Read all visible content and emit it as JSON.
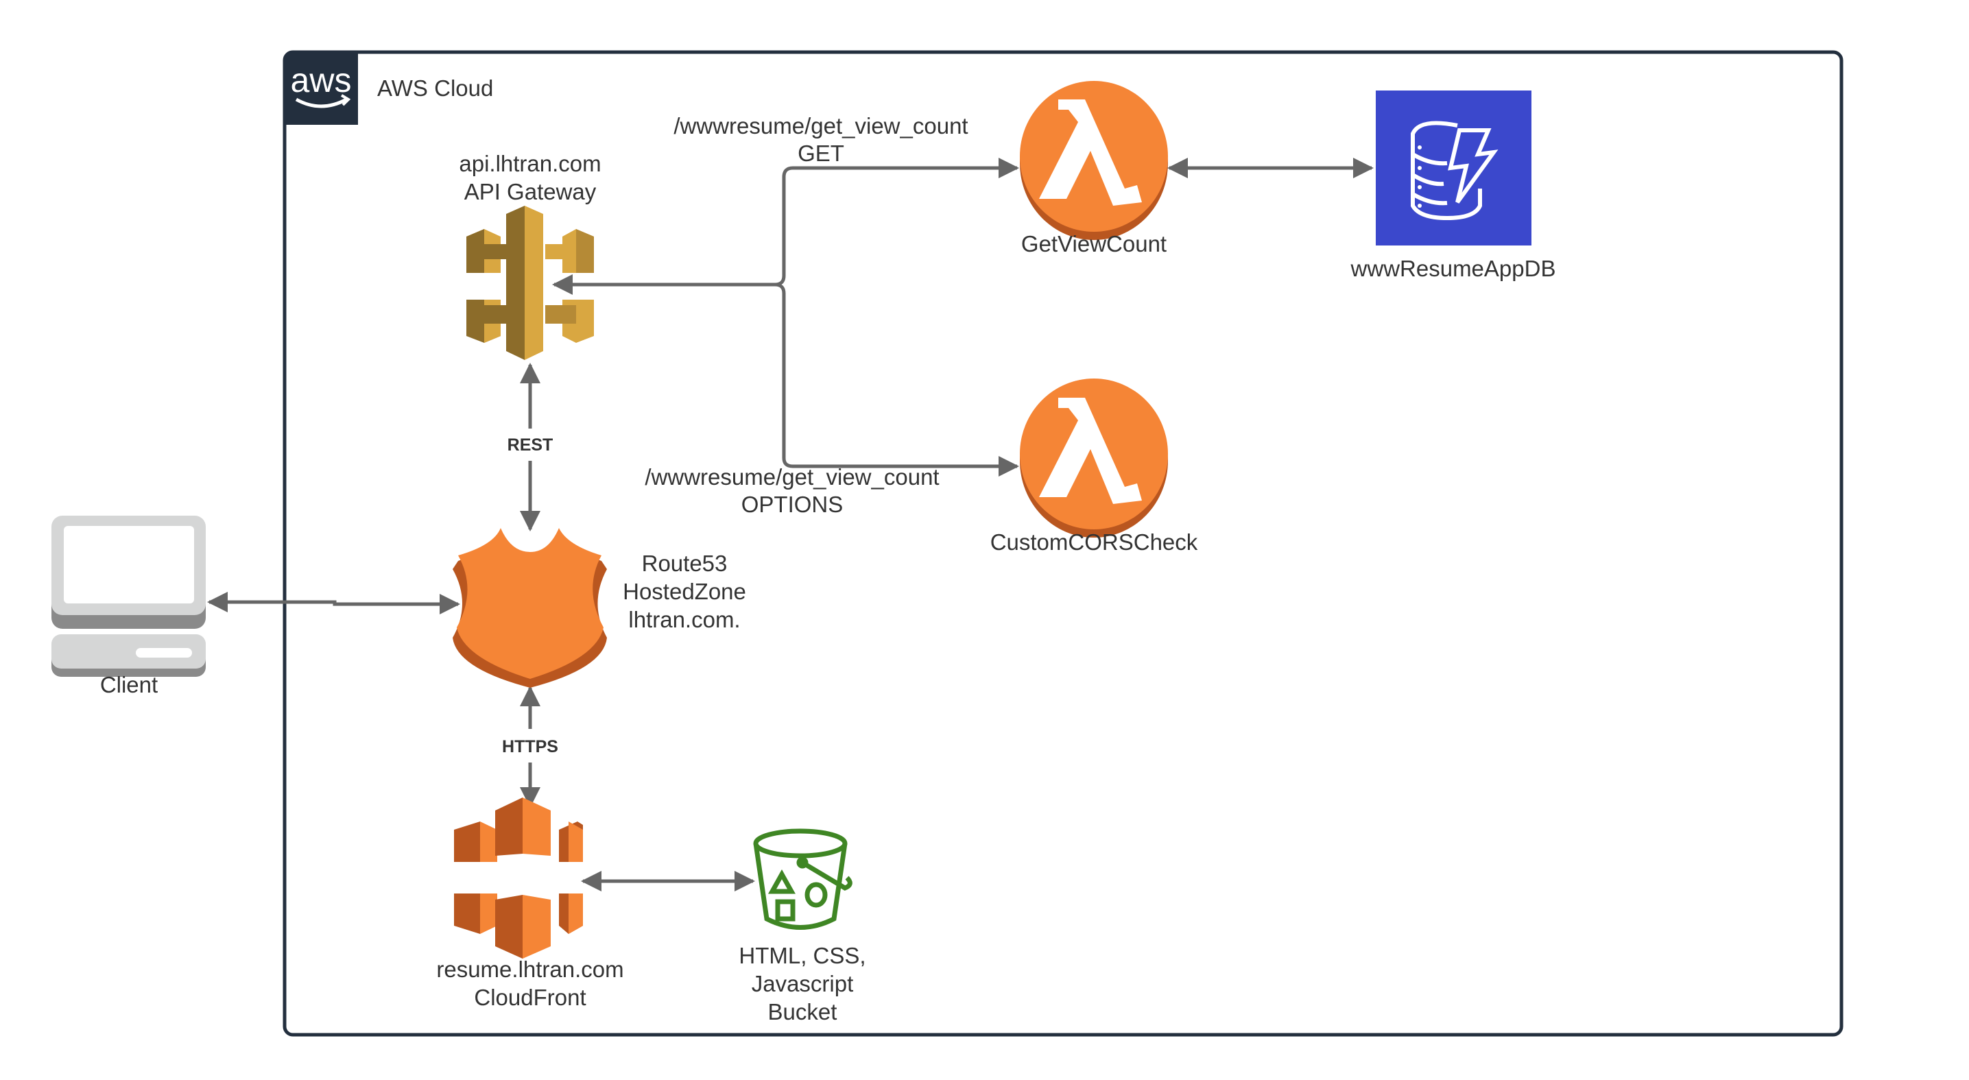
{
  "frame": {
    "title": "AWS Cloud",
    "logo_text": "aws",
    "border_color": "#232f3e"
  },
  "nodes": {
    "api_gateway": {
      "line1": "api.lhtran.com",
      "line2": "API Gateway",
      "icon": "api-gateway-icon"
    },
    "route53": {
      "line1": "Route53",
      "line2": "HostedZone",
      "line3": "lhtran.com.",
      "icon": "route53-icon"
    },
    "client": {
      "label": "Client",
      "icon": "desktop-computer-icon"
    },
    "cloudfront": {
      "line1": "resume.lhtran.com",
      "line2": "CloudFront",
      "icon": "cloudfront-icon"
    },
    "bucket": {
      "line1": "HTML, CSS,",
      "line2": "Javascript",
      "line3": "Bucket",
      "icon": "s3-bucket-icon"
    },
    "lambda_get": {
      "label": "GetViewCount",
      "icon": "lambda-icon"
    },
    "lambda_cors": {
      "label": "CustomCORSCheck",
      "icon": "lambda-icon"
    },
    "dynamodb": {
      "label": "wwwResumeAppDB",
      "icon": "dynamodb-icon"
    }
  },
  "edges": {
    "get_route": {
      "line1": "/wwwresume/get_view_count",
      "line2": "GET"
    },
    "options_route": {
      "line1": "/wwwresume/get_view_count",
      "line2": "OPTIONS"
    },
    "rest": "REST",
    "https": "HTTPS"
  },
  "colors": {
    "lambda_orange": "#f58536",
    "lambda_shadow": "#b9561f",
    "api_gold": "#d9a741",
    "api_dark": "#8c6c2a",
    "dynamo_blue": "#3b48cc",
    "s3_green": "#3f8624",
    "connector": "#666666",
    "client_gray": "#d5d6d6"
  }
}
